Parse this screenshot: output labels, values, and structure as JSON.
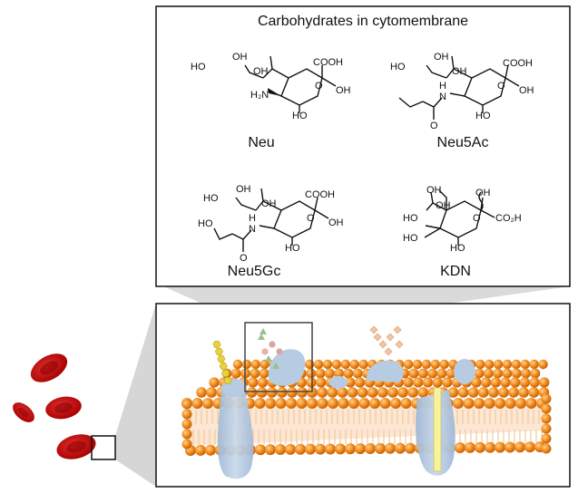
{
  "panel": {
    "title": "Carbohydrates in cytomembrane"
  },
  "molecules": [
    {
      "name": "Neu",
      "atoms": {
        "cooh": "COOH",
        "oh_anomeric": "OH",
        "oh_c4": "HO",
        "amine": "H₂N",
        "ring_o": "O",
        "oh_side1": "HO",
        "oh_side2": "OH",
        "oh_side3": "OH"
      }
    },
    {
      "name": "Neu5Ac",
      "atoms": {
        "cooh": "COOH",
        "oh_anomeric": "OH",
        "oh_c4": "HO",
        "nh": "H",
        "n": "N",
        "carbonyl_o": "O",
        "ring_o": "O",
        "oh_side1": "HO",
        "oh_side2": "OH",
        "oh_side3": "OH"
      }
    },
    {
      "name": "Neu5Gc",
      "atoms": {
        "cooh": "COOH",
        "oh_anomeric": "OH",
        "oh_c4": "HO",
        "nh": "H",
        "n": "N",
        "carbonyl_o": "O",
        "glycolyl_oh": "HO",
        "ring_o": "O",
        "oh_side1": "HO",
        "oh_side2": "OH",
        "oh_side3": "OH"
      }
    },
    {
      "name": "KDN",
      "atoms": {
        "co2h": "CO₂H",
        "oh_anomeric": "OH",
        "oh_c4": "HO",
        "oh_c5": "HO",
        "ring_o": "O",
        "oh_side1": "OH",
        "oh_side2": "OH",
        "oh_c7": "HO"
      }
    }
  ],
  "colors": {
    "rbc": "#c40000",
    "rbc_inner": "#8e0000",
    "lipid_head": "#f08a1c",
    "lipid_tail": "#f6c79a",
    "protein": "#b7cbe3",
    "channel_core": "#f6f39a",
    "glycan_yellow": "#e8d23a",
    "glycan_pink": "#e8a08a",
    "glycan_green": "#9dbf8a",
    "glycan_peach": "#f1c6a2"
  }
}
